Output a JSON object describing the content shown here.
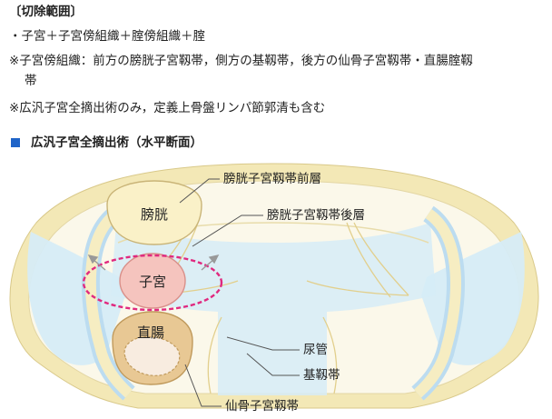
{
  "resection": {
    "heading": "〔切除範囲〕",
    "scope": "・子宮＋子宮傍組織＋腟傍組織＋腟",
    "note1_line1": "※子宮傍組織：前方の膀胱子宮靱帯，側方の基靱帯，後方の仙骨子宮靱帯・直腸腟靱",
    "note1_line2": "帯",
    "note2": "※広汎子宮全摘出術のみ，定義上骨盤リンパ節郭清も含む"
  },
  "section": {
    "marker_color": "#1f64c8",
    "title": "広汎子宮全摘出術（水平断面）"
  },
  "diagram": {
    "organs": {
      "bladder": "膀胱",
      "uterus": "子宮",
      "rectum": "直腸"
    },
    "labels": {
      "vesicouterine_anterior": "膀胱子宮靱帯前層",
      "vesicouterine_posterior": "膀胱子宮靱帯後層",
      "ureter": "尿管",
      "cardinal_ligament": "基靱帯",
      "uterosacral_ligament": "仙骨子宮靱帯"
    },
    "colors": {
      "pelvic_wall": "#f3e8b6",
      "ligament_tissue": "#d6ecf7",
      "bladder_fill": "#faf1c8",
      "uterus_fill": "#f5c4be",
      "rectum_fill": "#e8c894",
      "resection_line": "#e0297f"
    }
  }
}
